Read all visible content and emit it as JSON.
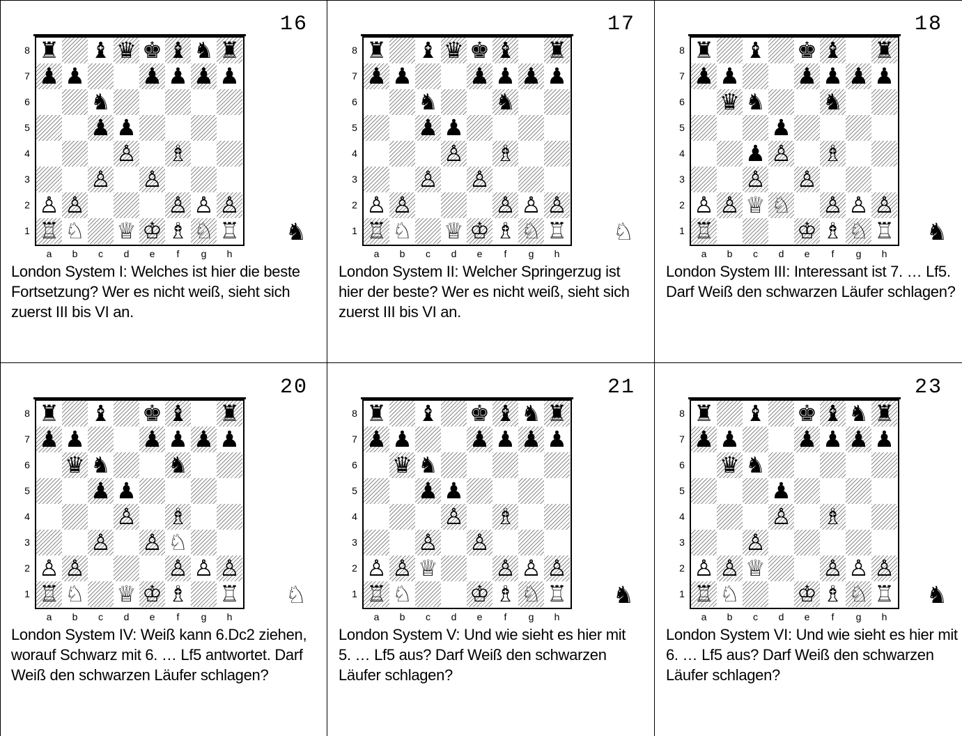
{
  "puzzles": [
    {
      "number": "16",
      "to_move": "black",
      "to_move_icon": "black-knight-icon",
      "description": "London System I: Welches ist hier die beste Fortsetzung? Wer es nicht weiß, sieht sich zuerst III bis VI an.",
      "position": [
        "r.bqkbnr",
        "pp..pppp",
        "..n.....",
        "..pp....",
        "...P.B..",
        "..P.P...",
        "PP...PPP",
        "RN.QKBNR"
      ]
    },
    {
      "number": "17",
      "to_move": "white",
      "to_move_icon": "white-knight-icon",
      "description": "London System II: Welcher Springerzug ist hier der beste? Wer es nicht weiß, sieht sich zuerst III bis VI an.",
      "position": [
        "r.bqkb.r",
        "pp..pppp",
        "..n..n..",
        "..pp....",
        "...P.B..",
        "..P.P...",
        "PP...PPP",
        "RN.QKBNR"
      ]
    },
    {
      "number": "18",
      "to_move": "black",
      "to_move_icon": "black-knight-icon",
      "description": "London System III: Interessant ist 7. … Lf5. Darf Weiß den schwarzen Läufer schlagen?",
      "position": [
        "r.b.kb.r",
        "pp..pppp",
        ".qn..n..",
        "...p....",
        "..pP.B..",
        "..P.P...",
        "PPQN.PPP",
        "R...KBNR"
      ]
    },
    {
      "number": "20",
      "to_move": "white",
      "to_move_icon": "white-knight-icon",
      "description": "London System IV: Weiß kann 6.Dc2 ziehen, worauf Schwarz mit 6. … Lf5 antwortet. Darf Weiß den schwarzen Läufer schlagen?",
      "position": [
        "r.b.kb.r",
        "pp..pppp",
        ".qn..n..",
        "..pp....",
        "...P.B..",
        "..P.PN..",
        "PP...PPP",
        "RN.QKB.R"
      ]
    },
    {
      "number": "21",
      "to_move": "black",
      "to_move_icon": "black-knight-icon",
      "description": "London System V: Und wie sieht es hier mit 5. … Lf5 aus? Darf Weiß den schwarzen Läufer schlagen?",
      "position": [
        "r.b.kbnr",
        "pp..pppp",
        ".qn.....",
        "..pp....",
        "...P.B..",
        "..P.P...",
        "PPQ..PPP",
        "RN..KBNR"
      ]
    },
    {
      "number": "23",
      "to_move": "black",
      "to_move_icon": "black-knight-icon",
      "description": "London System VI: Und wie sieht es hier mit 6. … Lf5 aus? Darf Weiß den schwarzen Läufer schlagen?",
      "position": [
        "r.b.kbnr",
        "pp..pppp",
        ".qn.....",
        "...p....",
        "...P.B..",
        "..P.....",
        "PPQ..PPP",
        "RN..KBNR"
      ]
    }
  ],
  "files": [
    "a",
    "b",
    "c",
    "d",
    "e",
    "f",
    "g",
    "h"
  ],
  "ranks": [
    "8",
    "7",
    "6",
    "5",
    "4",
    "3",
    "2",
    "1"
  ],
  "colors": {
    "ink": "#000000",
    "paper": "#ffffff",
    "hatch": "#8a8a8a"
  }
}
